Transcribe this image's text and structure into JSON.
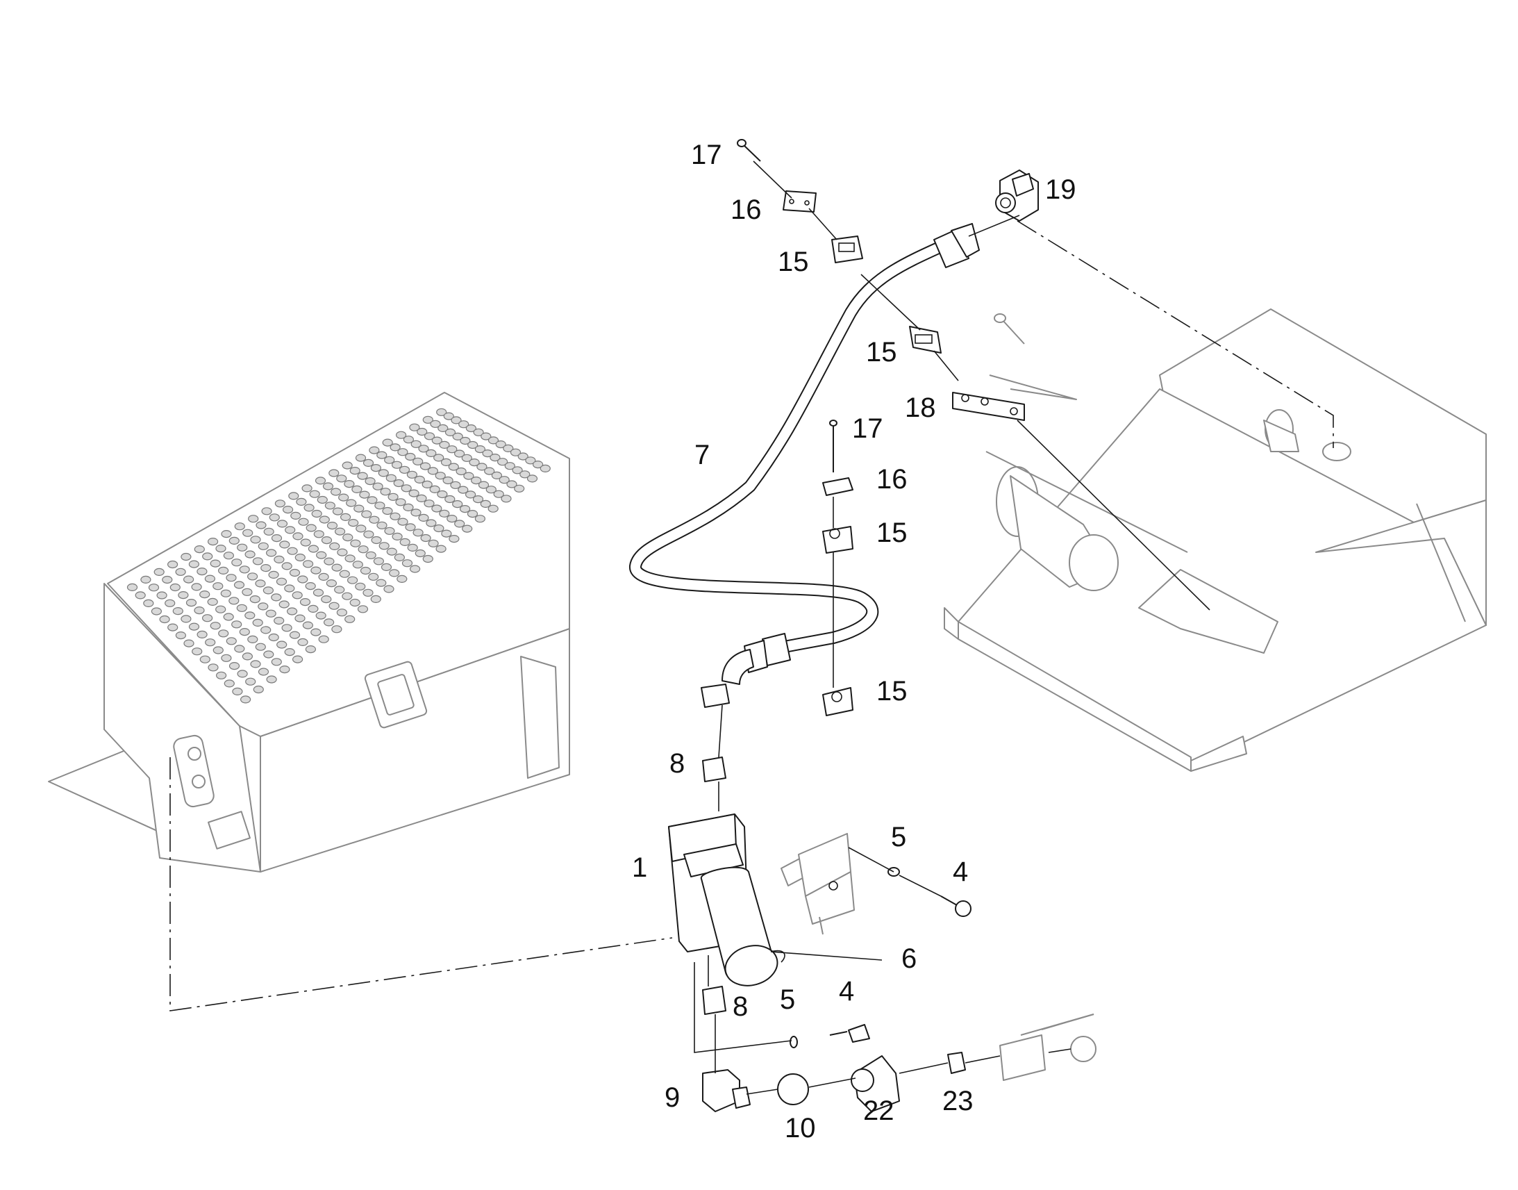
{
  "callouts": {
    "c1": "1",
    "c4a": "4",
    "c4b": "4",
    "c5a": "5",
    "c5b": "5",
    "c6": "6",
    "c7": "7",
    "c8a": "8",
    "c8b": "8",
    "c9": "9",
    "c10": "10",
    "c15a": "15",
    "c15b": "15",
    "c15c": "15",
    "c15d": "15",
    "c16a": "16",
    "c16b": "16",
    "c17a": "17",
    "c17b": "17",
    "c18": "18",
    "c19": "19",
    "c22": "22",
    "c23": "23"
  },
  "colors": {
    "line": "#1a1a1a",
    "ghost": "#8a8a8a",
    "background": "#ffffff"
  }
}
